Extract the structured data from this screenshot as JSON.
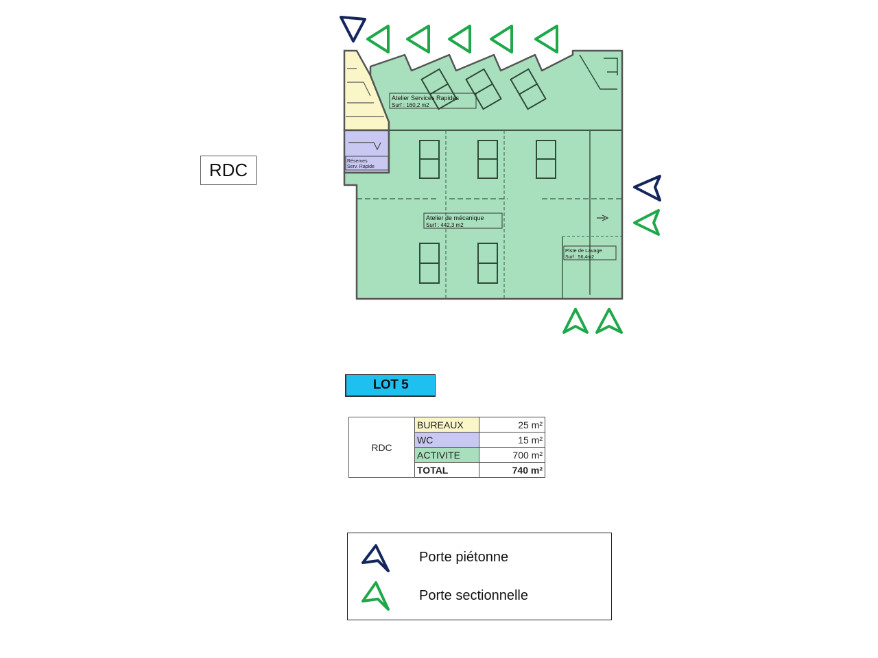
{
  "level_label": "RDC",
  "colors": {
    "bureaux": "#fbf6c8",
    "wc": "#c9c8f3",
    "activite": "#a8e0bd",
    "lot_badge": "#1ec0f0",
    "porte_pietonne": "#15265e",
    "porte_sectionnelle": "#1ea84a"
  },
  "plan": {
    "rooms": [
      {
        "name": "Atelier Services Rapides",
        "surface": "Surf : 160,2 m2"
      },
      {
        "name": "Atelier de mécanique",
        "surface": "Surf : 442,3 m2"
      },
      {
        "name": "Piste de Lavage",
        "surface": "Surf : 56,4m2"
      },
      {
        "name": "Réserves Serv. Rapide",
        "surface": ""
      }
    ]
  },
  "lot": {
    "label": "LOT 5"
  },
  "table": {
    "level": "RDC",
    "rows": [
      {
        "category": "BUREAUX",
        "value": "25 m²",
        "color": "#fbf6c8"
      },
      {
        "category": "WC",
        "value": "15 m²",
        "color": "#c9c8f3"
      },
      {
        "category": "ACTIVITE",
        "value": "700 m²",
        "color": "#a8e0bd"
      },
      {
        "category": "TOTAL",
        "value": "740 m²",
        "color": ""
      }
    ]
  },
  "legend": {
    "items": [
      {
        "label": "Porte piétonne",
        "icon": "pedestrian-door-arrow-icon"
      },
      {
        "label": "Porte sectionnelle",
        "icon": "sectional-door-arrow-icon"
      }
    ]
  }
}
